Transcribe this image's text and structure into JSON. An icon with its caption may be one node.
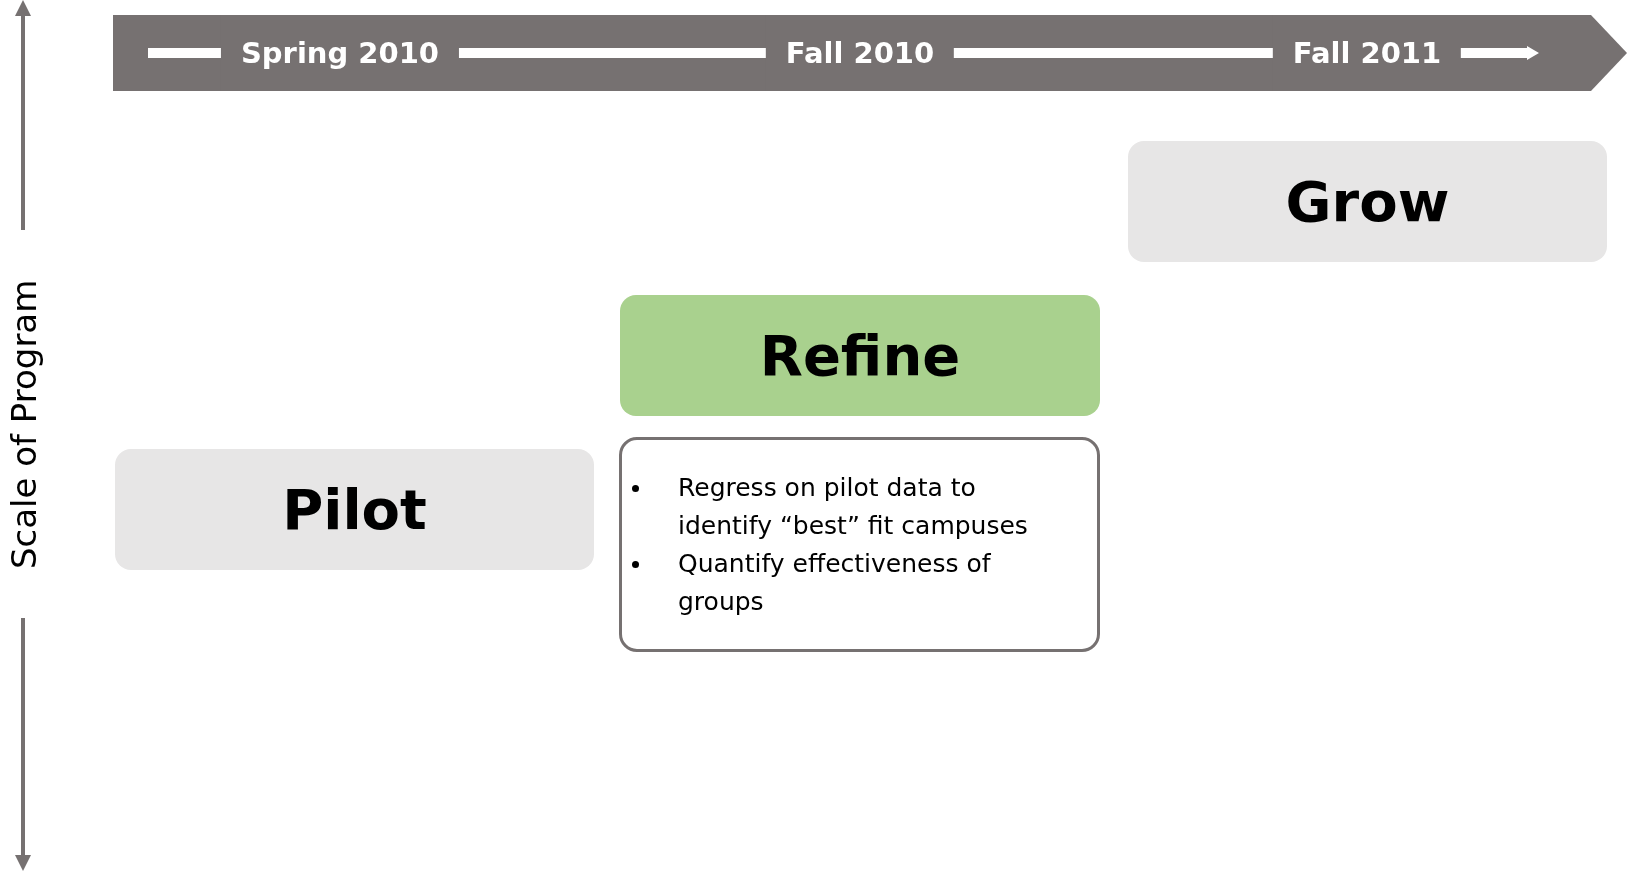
{
  "diagram": {
    "nodes": [
      {
        "text": [
          "Spring 2010",
          "Fall 2010",
          "Fall 2011"
        ]
      },
      {
        "text": [
          "Grow"
        ]
      },
      {
        "text": [
          "Refine"
        ]
      },
      {
        "text": [
          "Regress on pilot data to identify “best” fit campuses",
          "Quantify effectiveness of groups"
        ]
      },
      {
        "text": [
          "Pilot"
        ]
      }
    ],
    "labels": [
      "Scale of Program"
    ]
  }
}
